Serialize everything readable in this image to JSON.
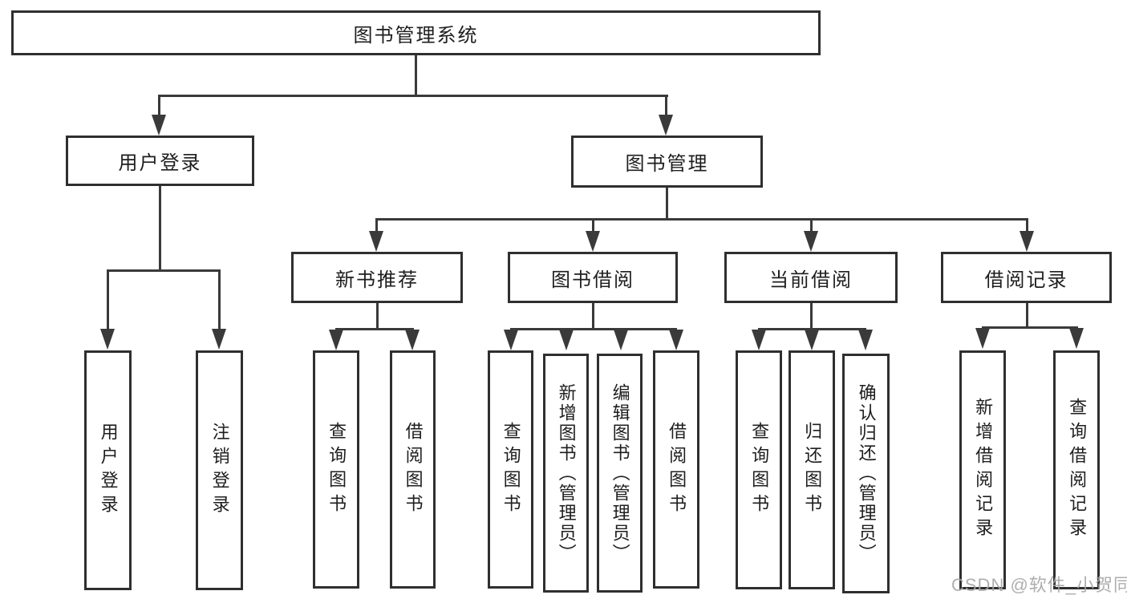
{
  "diagram": {
    "root": {
      "label": "图书管理系统"
    },
    "level2": [
      {
        "label": "用户登录"
      },
      {
        "label": "图书管理"
      }
    ],
    "level3": [
      {
        "label": "新书推荐"
      },
      {
        "label": "图书借阅"
      },
      {
        "label": "当前借阅"
      },
      {
        "label": "借阅记录"
      }
    ],
    "leaves": [
      {
        "label": "用户登录"
      },
      {
        "label": "注销登录"
      },
      {
        "label": "查询图书"
      },
      {
        "label": "借阅图书"
      },
      {
        "label": "查询图书"
      },
      {
        "label": "新增图书（管理员）"
      },
      {
        "label": "编辑图书（管理员）"
      },
      {
        "label": "借阅图书"
      },
      {
        "label": "查询图书"
      },
      {
        "label": "归还图书"
      },
      {
        "label": "确认归还（管理员）"
      },
      {
        "label": "新增借阅记录"
      },
      {
        "label": "查询借阅记录"
      }
    ]
  },
  "watermark": {
    "text": "CSDN @软件_小贺同学"
  },
  "colors": {
    "line": "#3a3a3a",
    "box_border": "#2f2f2f",
    "text": "#1e1e1e",
    "watermark": "#a6a6a6",
    "background": "#ffffff"
  }
}
